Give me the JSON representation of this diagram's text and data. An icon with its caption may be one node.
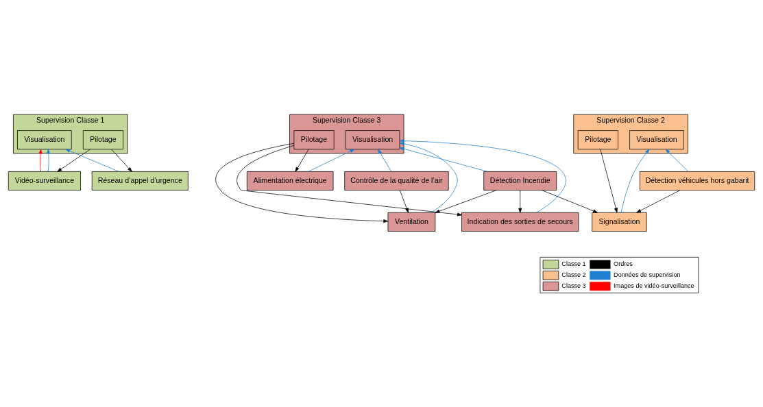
{
  "diagram": {
    "nodes": [
      {
        "text": [
          "Supervision Classe 1"
        ]
      },
      {
        "text": [
          "Pilotage"
        ],
        "in": 0
      },
      {
        "text": [
          "Visualisation"
        ],
        "in": 0
      },
      {
        "text": [
          "Vidéo-surveillance"
        ]
      },
      {
        "text": [
          "Réseau d’appel d’urgence"
        ]
      },
      {
        "text": [
          "Supervision Classe 3"
        ]
      },
      {
        "text": [
          "Pilotage"
        ],
        "in": 5
      },
      {
        "text": [
          "Visualisation"
        ],
        "in": 5
      },
      {
        "text": [
          "Alimentation électrique"
        ]
      },
      {
        "text": [
          "Ventilation"
        ]
      },
      {
        "text": [
          "Contrôle de la qualité de l’air"
        ]
      },
      {
        "text": [
          "Indication des sorties de secours"
        ]
      },
      {
        "text": [
          "Détection Incendie"
        ]
      },
      {
        "text": [
          "Supervision Classe 2"
        ]
      },
      {
        "text": [
          "Pilotage"
        ],
        "in": 13
      },
      {
        "text": [
          "Visualisation"
        ],
        "in": 13
      },
      {
        "text": [
          "Détection véhicules hors gabarit"
        ]
      },
      {
        "text": [
          "Signalisation"
        ]
      }
    ],
    "edges": [
      {
        "from": 1,
        "to": 3,
        "arrow": "to"
      },
      {
        "from": 1,
        "to": 4,
        "arrow": "to"
      },
      {
        "from": 3,
        "to": 2,
        "arrow": "to",
        "color": "#ff0000"
      },
      {
        "from": 3,
        "to": 2,
        "arrow": "to",
        "color": "#1f7fd0"
      },
      {
        "from": 4,
        "to": 2,
        "arrow": "to",
        "color": "#1f7fd0"
      },
      {
        "from": 6,
        "to": 8,
        "arrow": "to"
      },
      {
        "from": 6,
        "to": 9,
        "arrow": "to"
      },
      {
        "from": 6,
        "to": 11,
        "arrow": "to"
      },
      {
        "from": 8,
        "to": 7,
        "arrow": "to",
        "color": "#1f7fd0"
      },
      {
        "from": 9,
        "to": 7,
        "arrow": "to",
        "color": "#1f7fd0"
      },
      {
        "from": 10,
        "to": 7,
        "arrow": "to",
        "color": "#1f7fd0"
      },
      {
        "from": 11,
        "to": 7,
        "arrow": "to",
        "color": "#1f7fd0"
      },
      {
        "from": 12,
        "to": 7,
        "arrow": "to",
        "color": "#1f7fd0"
      },
      {
        "from": 10,
        "to": 9,
        "arrow": "to"
      },
      {
        "from": 12,
        "to": 9,
        "arrow": "to"
      },
      {
        "from": 12,
        "to": 11,
        "arrow": "to"
      },
      {
        "from": 12,
        "to": 17,
        "arrow": "to"
      },
      {
        "from": 14,
        "to": 17,
        "arrow": "to"
      },
      {
        "from": 16,
        "to": 17,
        "arrow": "to"
      },
      {
        "from": 16,
        "to": 15,
        "arrow": "to",
        "color": "#1f7fd0"
      },
      {
        "from": 17,
        "to": 15,
        "arrow": "to",
        "color": "#1f7fd0"
      }
    ],
    "legend": [
      {
        "text": "Classe 1",
        "color": "#c4d79b"
      },
      {
        "text": "Ordres"
      },
      {
        "text": "Classe 2",
        "color": "#fac090"
      },
      {
        "text": "Données de supervision"
      },
      {
        "text": "Classe 3",
        "color": "#d99694"
      },
      {
        "text": "Images de vidéo-surveillance"
      }
    ]
  }
}
